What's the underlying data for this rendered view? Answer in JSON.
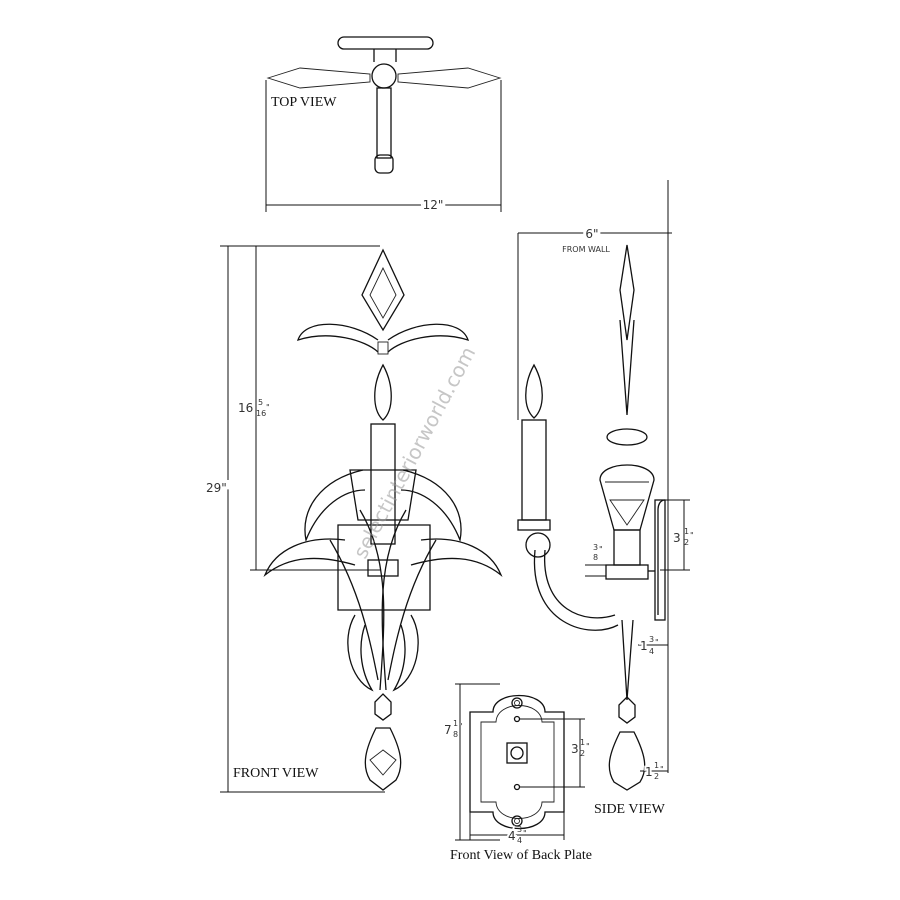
{
  "views": {
    "top": "TOP VIEW",
    "front": "FRONT VIEW",
    "side": "SIDE VIEW",
    "back_plate": "Front View of Back Plate"
  },
  "dimensions": {
    "top_width": "12\"",
    "depth": "6\"",
    "depth_note": "FROM WALL",
    "overall_height": "29\"",
    "candle_height": {
      "whole": "16",
      "num": "5",
      "den": "16",
      "unit": "\""
    },
    "side_plate_height": {
      "whole": "3",
      "num": "1",
      "den": "2",
      "unit": "\""
    },
    "arm_offset": {
      "whole": "",
      "num": "3",
      "den": "8",
      "unit": "\""
    },
    "crystal_offset_upper": {
      "whole": "1",
      "num": "3",
      "den": "4",
      "unit": "\""
    },
    "crystal_offset_lower": {
      "whole": "1",
      "num": "1",
      "den": "2",
      "unit": "\""
    },
    "plate_height": {
      "whole": "7",
      "num": "1",
      "den": "8",
      "unit": "\""
    },
    "plate_hole_spacing": {
      "whole": "3",
      "num": "1",
      "den": "2",
      "unit": "\""
    },
    "plate_width": {
      "whole": "4",
      "num": "3",
      "den": "4",
      "unit": "\""
    }
  },
  "watermark": "selectinteriorworld.com"
}
